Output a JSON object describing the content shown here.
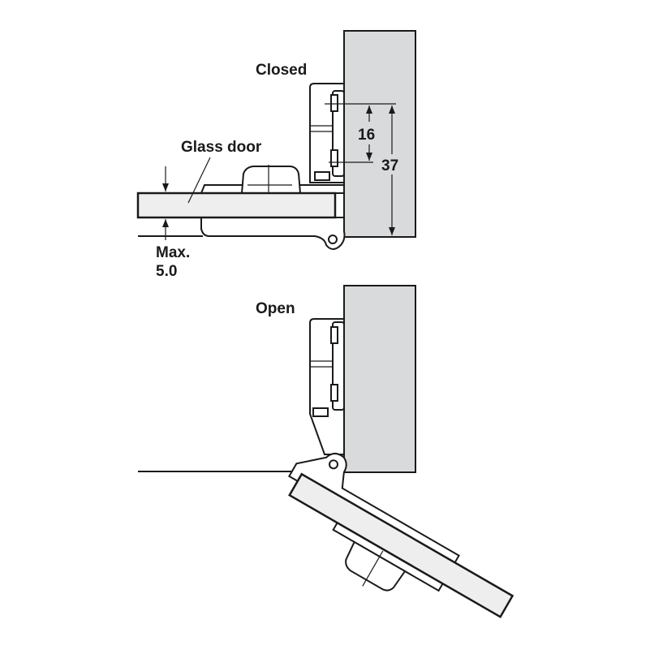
{
  "labels": {
    "closed": "Closed",
    "open": "Open",
    "glass_door": "Glass door",
    "max_label": "Max.",
    "max_value": "5.0"
  },
  "dimensions": {
    "inner": "16",
    "outer": "37"
  }
}
